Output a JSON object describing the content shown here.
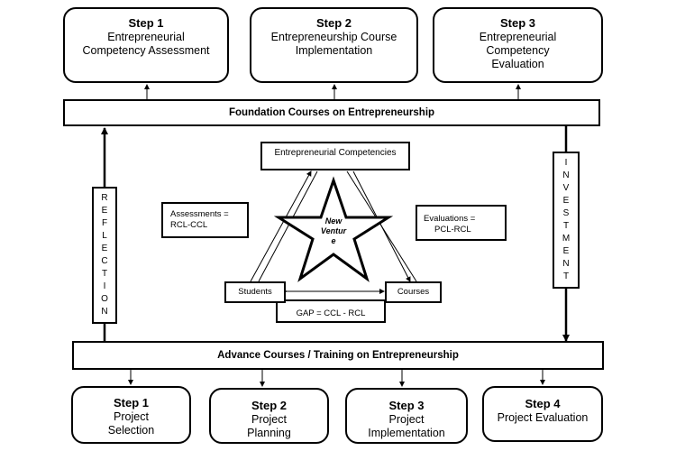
{
  "top_steps": [
    {
      "title": "Step 1",
      "lines": [
        "Entrepreneurial",
        "Competency Assessment"
      ]
    },
    {
      "title": "Step 2",
      "lines": [
        "Entrepreneurship Course",
        "Implementation"
      ]
    },
    {
      "title": "Step 3",
      "lines": [
        "Entrepreneurial",
        "Competency",
        "Evaluation"
      ]
    }
  ],
  "foundation_bar": "Foundation Courses on Entrepreneurship",
  "advance_bar": "Advance Courses / Training on Entrepreneurship",
  "reflection_letters": [
    "R",
    "E",
    "F",
    "L",
    "E",
    "C",
    "T",
    "I",
    "O",
    "N"
  ],
  "investment_letters": [
    "I",
    "N",
    "V",
    "E",
    "S",
    "T",
    "M",
    "E",
    "N",
    "T"
  ],
  "competencies_box": "Entrepreneurial Competencies",
  "assessments": {
    "line1": "Assessments =",
    "line2": "RCL-CCL"
  },
  "evaluations": {
    "line1": "Evaluations =",
    "line2": "PCL-RCL"
  },
  "star": {
    "line1": "New",
    "line2": "Ventur",
    "line3": "e"
  },
  "students_box": "Students",
  "courses_box": "Courses",
  "gap_box": "GAP = CCL - RCL",
  "bottom_steps": [
    {
      "title": "Step 1",
      "lines": [
        "Project",
        "Selection"
      ]
    },
    {
      "title": "Step 2",
      "lines": [
        "Project",
        "Planning"
      ]
    },
    {
      "title": "Step 3",
      "lines": [
        "Project",
        "Implementation"
      ]
    },
    {
      "title": "Step 4",
      "lines": [
        "Project Evaluation"
      ]
    }
  ]
}
